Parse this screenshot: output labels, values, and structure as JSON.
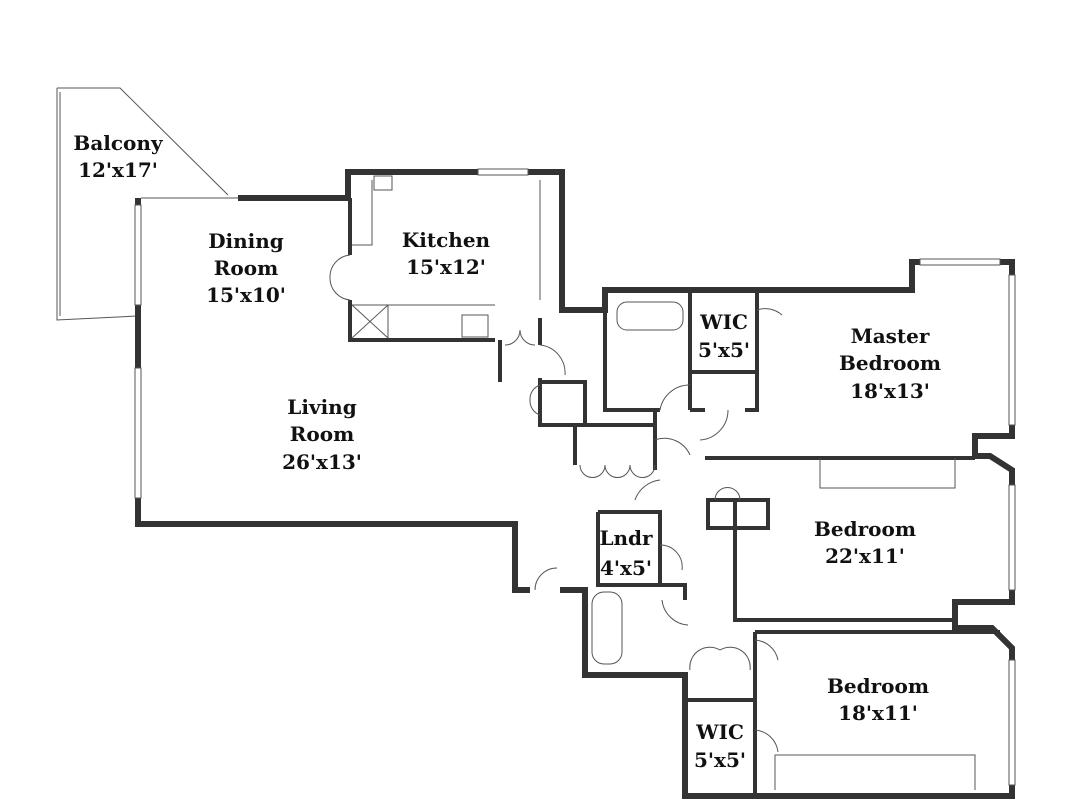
{
  "rooms": {
    "balcony": {
      "name": "Balcony",
      "size": "12'x17'"
    },
    "dining": {
      "name1": "Dining",
      "name2": "Room",
      "size": "15'x10'"
    },
    "kitchen": {
      "name": "Kitchen",
      "size": "15'x12'"
    },
    "living": {
      "name1": "Living",
      "name2": "Room",
      "size": "26'x13'"
    },
    "wic1": {
      "name": "WIC",
      "size": "5'x5'"
    },
    "master": {
      "name1": "Master",
      "name2": "Bedroom",
      "size": "18'x13'"
    },
    "bedroom2": {
      "name": "Bedroom",
      "size": "22'x11'"
    },
    "laundry": {
      "name": "Lndr",
      "size": "4'x5'"
    },
    "bedroom3": {
      "name": "Bedroom",
      "size": "18'x11'"
    },
    "wic2": {
      "name": "WIC",
      "size": "5'x5'"
    }
  },
  "colors": {
    "wall": "#333333",
    "background": "#ffffff"
  }
}
